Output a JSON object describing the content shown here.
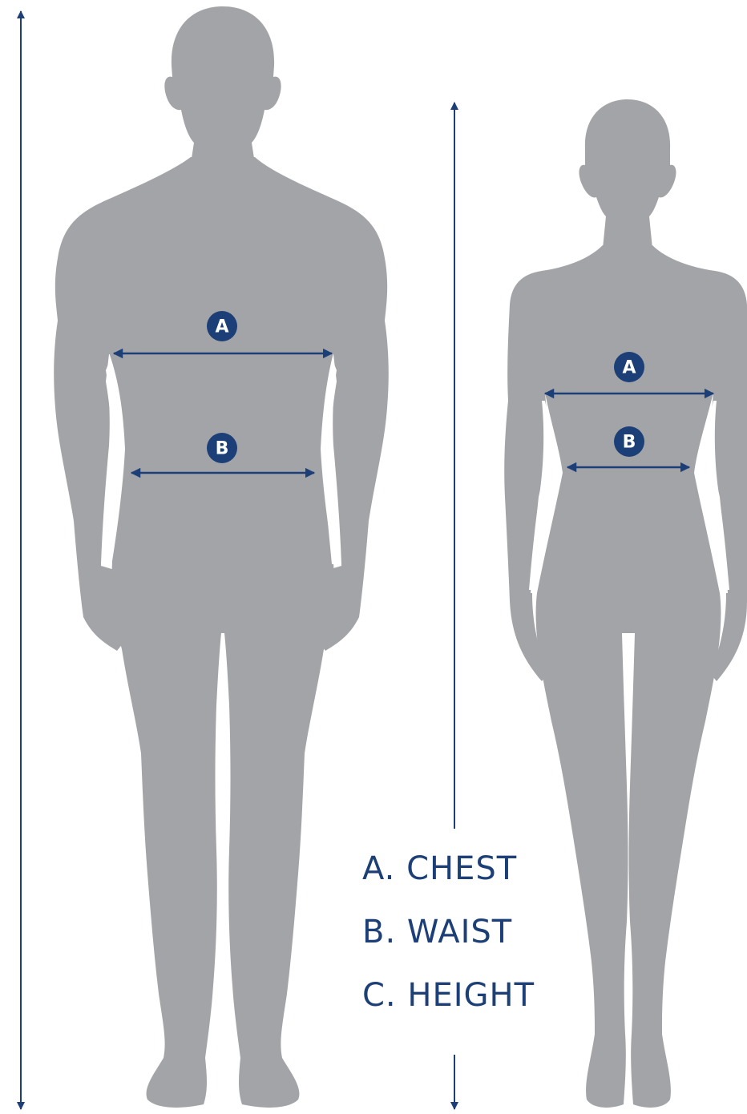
{
  "colors": {
    "silhouette": "#a3a4a8",
    "accent": "#1c3f77",
    "background": "#ffffff"
  },
  "male": {
    "badge_a": "A",
    "badge_b": "B"
  },
  "female": {
    "badge_a": "A",
    "badge_b": "B"
  },
  "legend": {
    "chest": "A. CHEST",
    "waist": "B. WAIST",
    "height": "C. HEIGHT"
  }
}
